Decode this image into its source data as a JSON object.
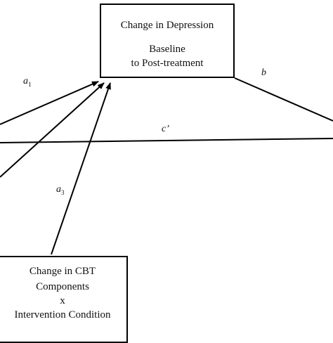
{
  "boxes": {
    "depression": {
      "line1": "Change in Depression",
      "line2": "Baseline",
      "line3": "to Post-treatment"
    },
    "cbt": {
      "line1": "Change in CBT",
      "line2": "Components",
      "line3": "x",
      "line4": "Intervention Condition"
    }
  },
  "paths": {
    "a1": {
      "letter": "a",
      "sub": "1"
    },
    "b": "b",
    "c_prime": "c’",
    "a3": {
      "letter": "a",
      "sub": "3"
    }
  },
  "colors": {
    "line": "#000000",
    "background": "#ffffff"
  }
}
